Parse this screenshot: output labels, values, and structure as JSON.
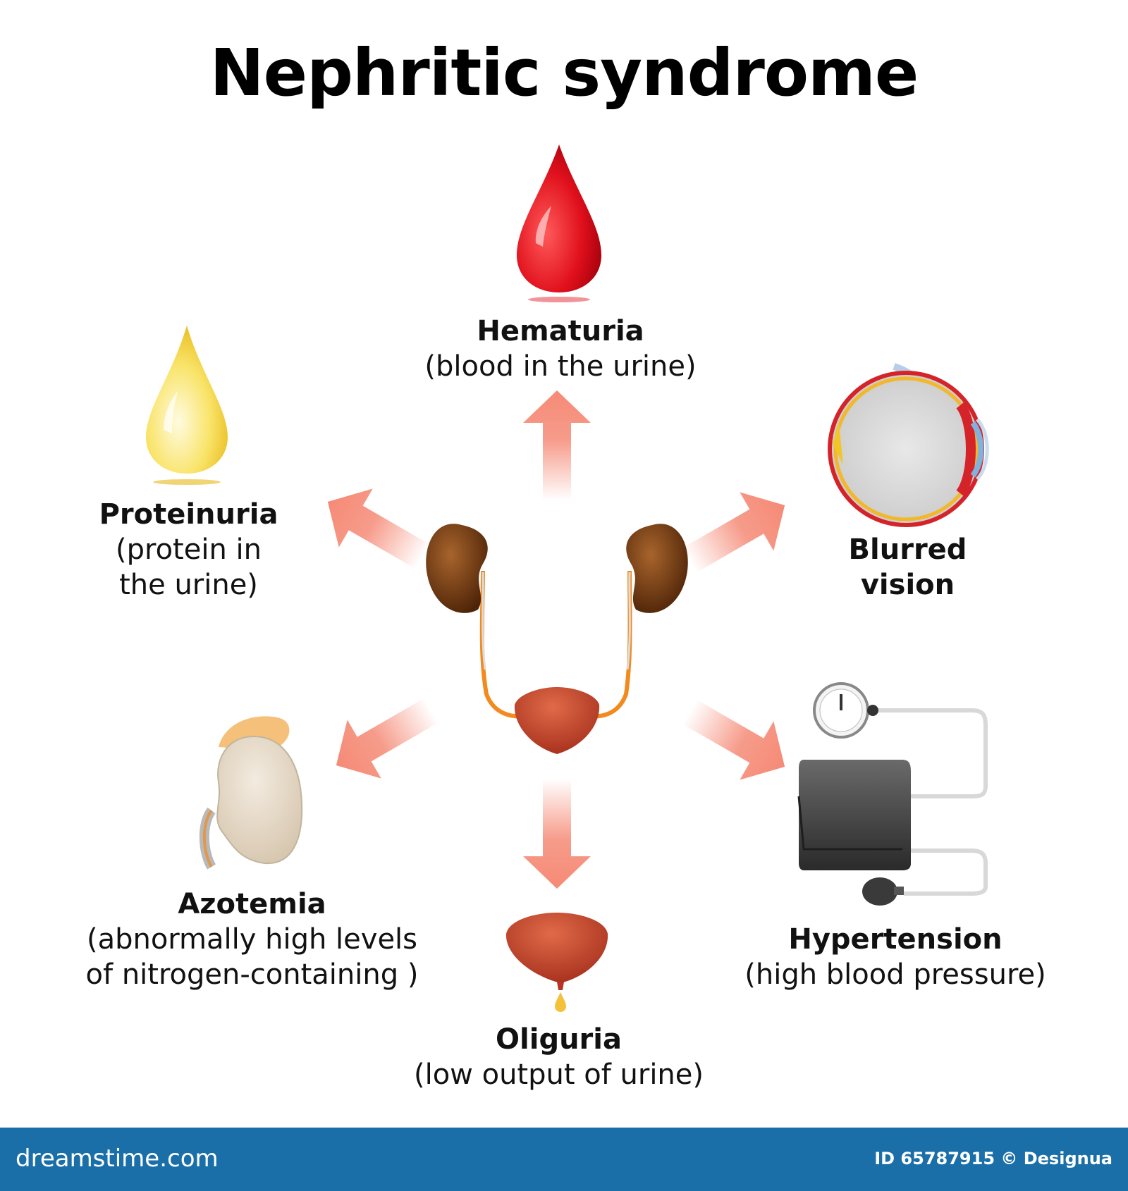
{
  "title": "Nephritic syndrome",
  "symptoms": {
    "hematuria": {
      "name": "Hematuria",
      "desc": "(blood in the urine)"
    },
    "proteinuria": {
      "name": "Proteinuria",
      "desc1": "(protein in",
      "desc2": "the urine)"
    },
    "blurred_vision": {
      "name1": "Blurred",
      "name2": "vision"
    },
    "azotemia": {
      "name": "Azotemia",
      "desc1": "(abnormally high levels",
      "desc2": "of nitrogen-containing )"
    },
    "oliguria": {
      "name": "Oliguria",
      "desc": "(low output of urine)"
    },
    "hypertension": {
      "name": "Hypertension",
      "desc": "(high blood pressure)"
    }
  },
  "footer": {
    "site": "dreamstime.com",
    "id": "ID 65787915 © Designua"
  },
  "colors": {
    "arrow": "#f58a76",
    "blood": "#e0101c",
    "protein": "#f5d23a",
    "kidney": "#7a3d14",
    "bladder": "#c2452a",
    "footer": "#1b6fa8"
  }
}
